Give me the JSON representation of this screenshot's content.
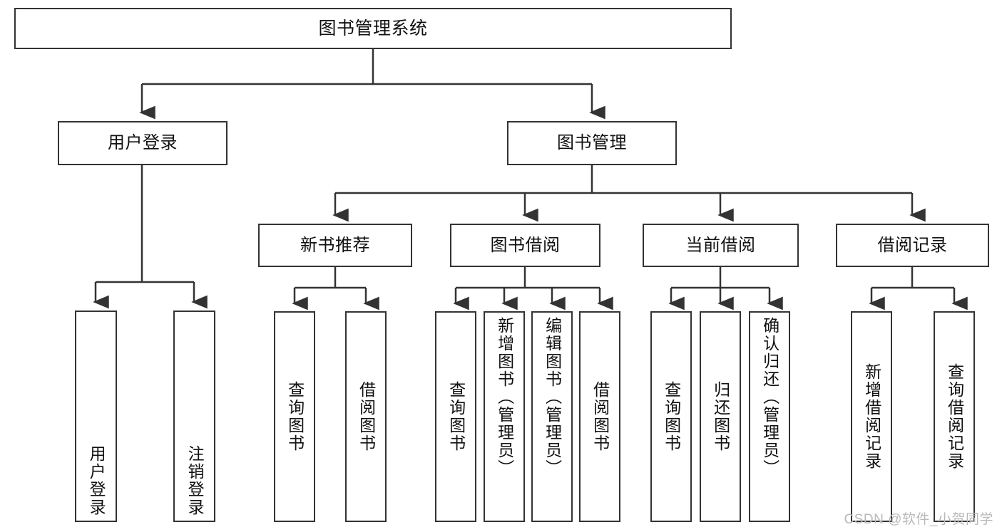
{
  "diagram": {
    "type": "tree-hierarchy",
    "title": "图书管理系统",
    "root": {
      "label": "图书管理系统"
    },
    "level2": [
      {
        "label": "用户登录"
      },
      {
        "label": "图书管理"
      }
    ],
    "level3": [
      {
        "label": "新书推荐"
      },
      {
        "label": "图书借阅"
      },
      {
        "label": "当前借阅"
      },
      {
        "label": "借阅记录"
      }
    ],
    "leaves": {
      "user_login": [
        {
          "label": "用户登录"
        },
        {
          "label": "注销登录"
        }
      ],
      "new_book_recommend": [
        {
          "label": "查询图书"
        },
        {
          "label": "借阅图书"
        }
      ],
      "book_borrow": [
        {
          "label": "查询图书"
        },
        {
          "label": "新增图书（管理员）"
        },
        {
          "label": "编辑图书（管理员）"
        },
        {
          "label": "借阅图书"
        }
      ],
      "current_borrow": [
        {
          "label": "查询图书"
        },
        {
          "label": "归还图书"
        },
        {
          "label": "确认归还（管理员）"
        }
      ],
      "borrow_record": [
        {
          "label": "新增借阅记录"
        },
        {
          "label": "查询借阅记录"
        }
      ]
    }
  },
  "watermark": {
    "text": "CSDN @软件_小贺同学"
  },
  "colors": {
    "stroke": "#333333",
    "background": "#ffffff",
    "text": "#111111",
    "watermark": "#b9b9b9"
  }
}
